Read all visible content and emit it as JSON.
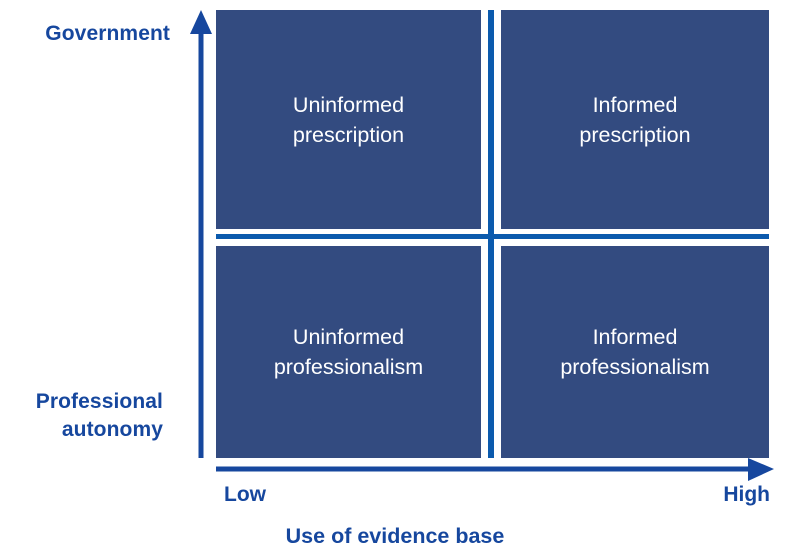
{
  "diagram": {
    "type": "2x2-matrix",
    "title": "Use of evidence base",
    "colors": {
      "quadrant_fill": "#334B80",
      "quadrant_text": "#FFFFFF",
      "accent_blue": "#16479E",
      "divider_blue": "#0B5AAD",
      "background": "#FFFFFF"
    },
    "y_axis": {
      "name": "vertical-axis",
      "top_label": "Government",
      "bottom_label": "Professional\nautonomy",
      "arrow_direction": "up"
    },
    "x_axis": {
      "name": "horizontal-axis",
      "title": "Use of evidence base",
      "low_label": "Low",
      "high_label": "High",
      "arrow_direction": "right"
    },
    "quadrants": [
      {
        "id": "top-left",
        "label": "Uninformed\nprescription",
        "x_position": "Low",
        "y_position": "Government",
        "align": "left"
      },
      {
        "id": "top-right",
        "label": "Informed\nprescription",
        "x_position": "High",
        "y_position": "Government",
        "align": "center"
      },
      {
        "id": "bottom-left",
        "label": "Uninformed\nprofessionalism",
        "x_position": "Low",
        "y_position": "Professional autonomy",
        "align": "center"
      },
      {
        "id": "bottom-right",
        "label": "Informed\nprofessionalism",
        "x_position": "High",
        "y_position": "Professional autonomy",
        "align": "center"
      }
    ]
  }
}
